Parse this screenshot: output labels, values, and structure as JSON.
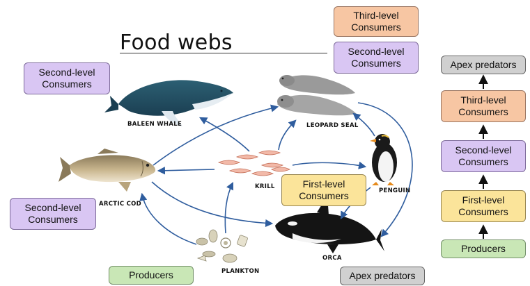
{
  "title": "Food webs",
  "labels": {
    "second_left_top": "Second-level\nConsumers",
    "second_left_bottom": "Second-level\nConsumers",
    "third_top": "Third-level\nConsumers",
    "second_top": "Second-level\nConsumers",
    "first_middle": "First-level\nConsumers",
    "producers_bottom": "Producers",
    "apex_bottom": "Apex predators"
  },
  "animals": {
    "baleen_whale": "BALEEN WHALE",
    "leopard_seal": "LEOPARD SEAL",
    "arctic_cod": "ARCTIC COD",
    "krill": "KRILL",
    "penguin": "PENGUIN",
    "orca": "ORCA",
    "plankton": "PLANKTON"
  },
  "hierarchy": [
    "Apex predators",
    "Third-level\nConsumers",
    "Second-level\nConsumers",
    "First-level\nConsumers",
    "Producers"
  ],
  "colors": {
    "arrow": "#2f5d9e",
    "second_level": "#d9c6f3",
    "third_level": "#f7c6a3",
    "first_level": "#fbe49a",
    "producers": "#c9e7b6",
    "apex": "#d0d0d0"
  }
}
